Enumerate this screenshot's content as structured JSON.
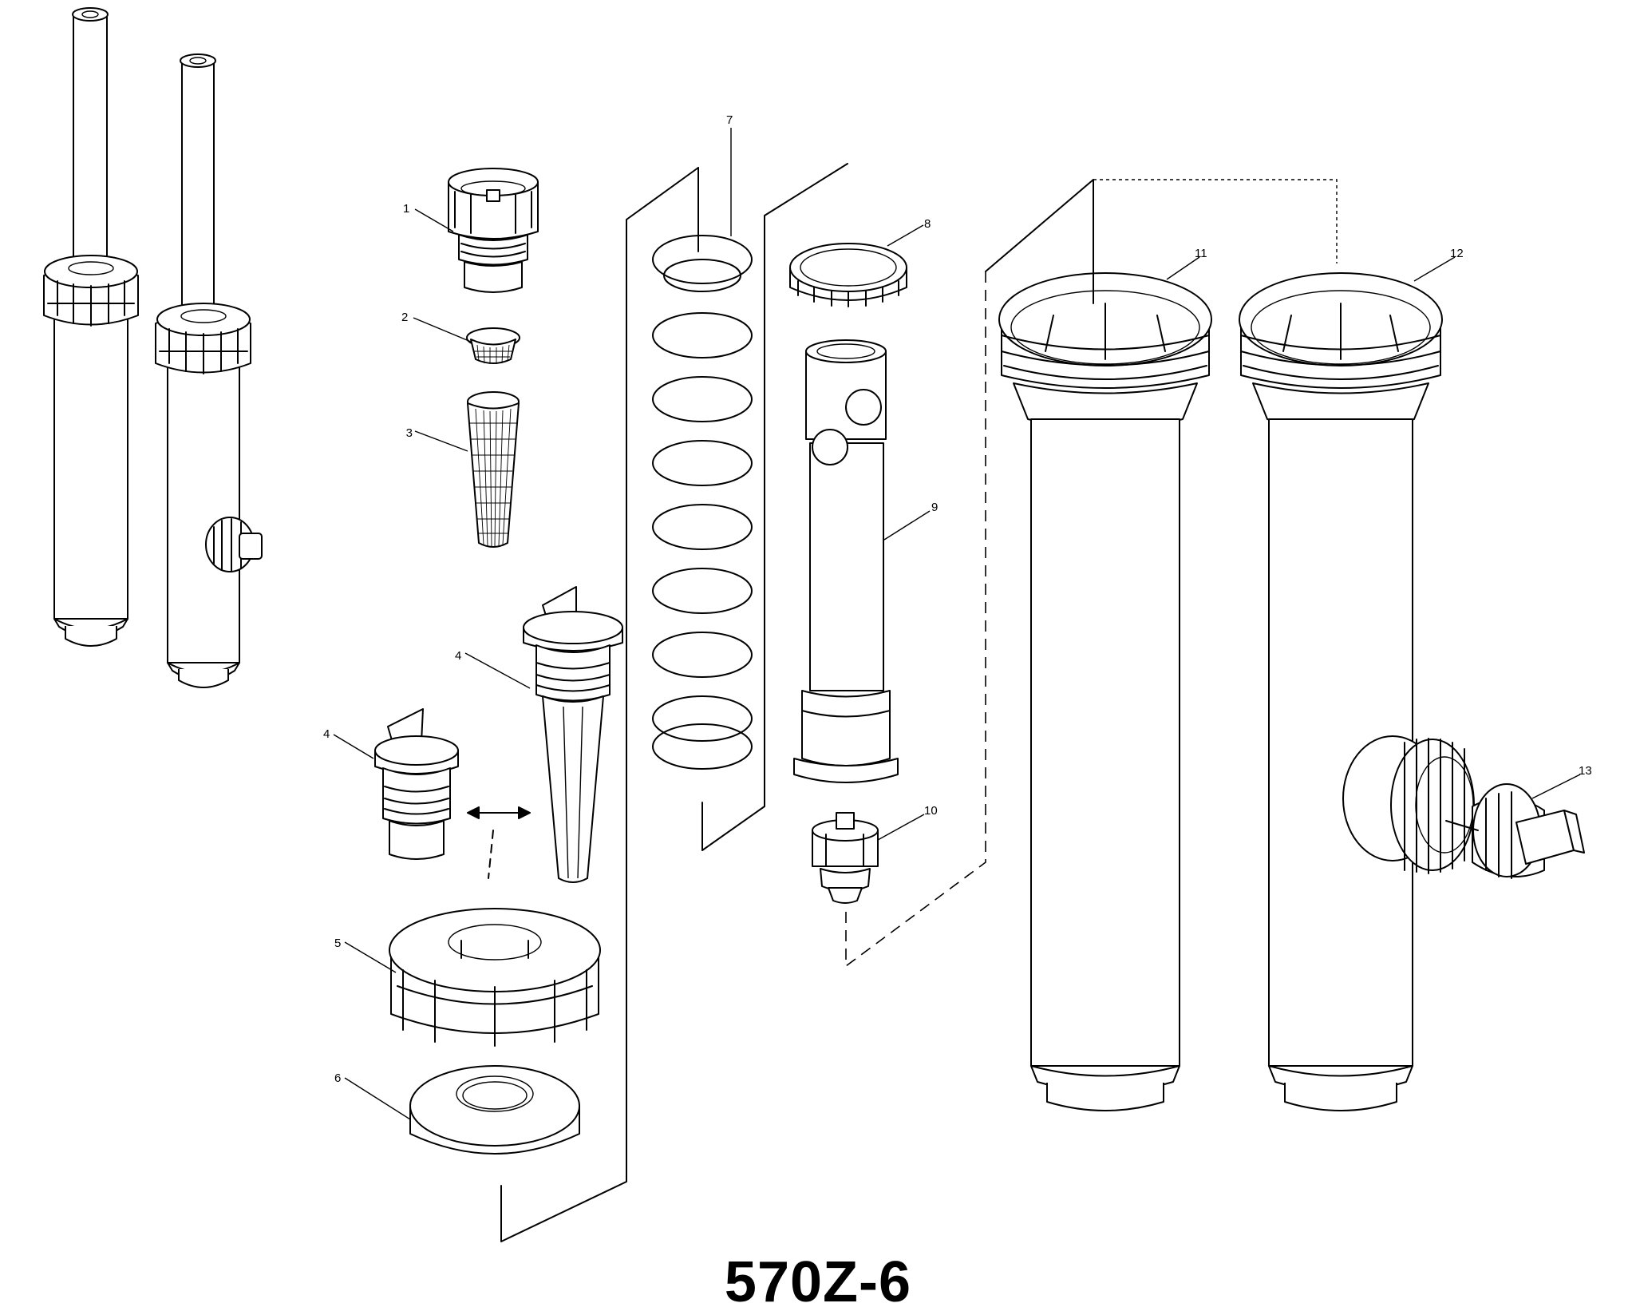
{
  "model": "570Z-6",
  "callouts": [
    {
      "id": "c1",
      "text": "1"
    },
    {
      "id": "c2",
      "text": "2"
    },
    {
      "id": "c3",
      "text": "3"
    },
    {
      "id": "c4a",
      "text": "4"
    },
    {
      "id": "c4b",
      "text": "4"
    },
    {
      "id": "c5",
      "text": "5"
    },
    {
      "id": "c6",
      "text": "6"
    },
    {
      "id": "c7",
      "text": "7"
    },
    {
      "id": "c8",
      "text": "8"
    },
    {
      "id": "c9",
      "text": "9"
    },
    {
      "id": "c10",
      "text": "10"
    },
    {
      "id": "c11",
      "text": "11"
    },
    {
      "id": "c12",
      "text": "12"
    },
    {
      "id": "c13",
      "text": "13"
    }
  ]
}
